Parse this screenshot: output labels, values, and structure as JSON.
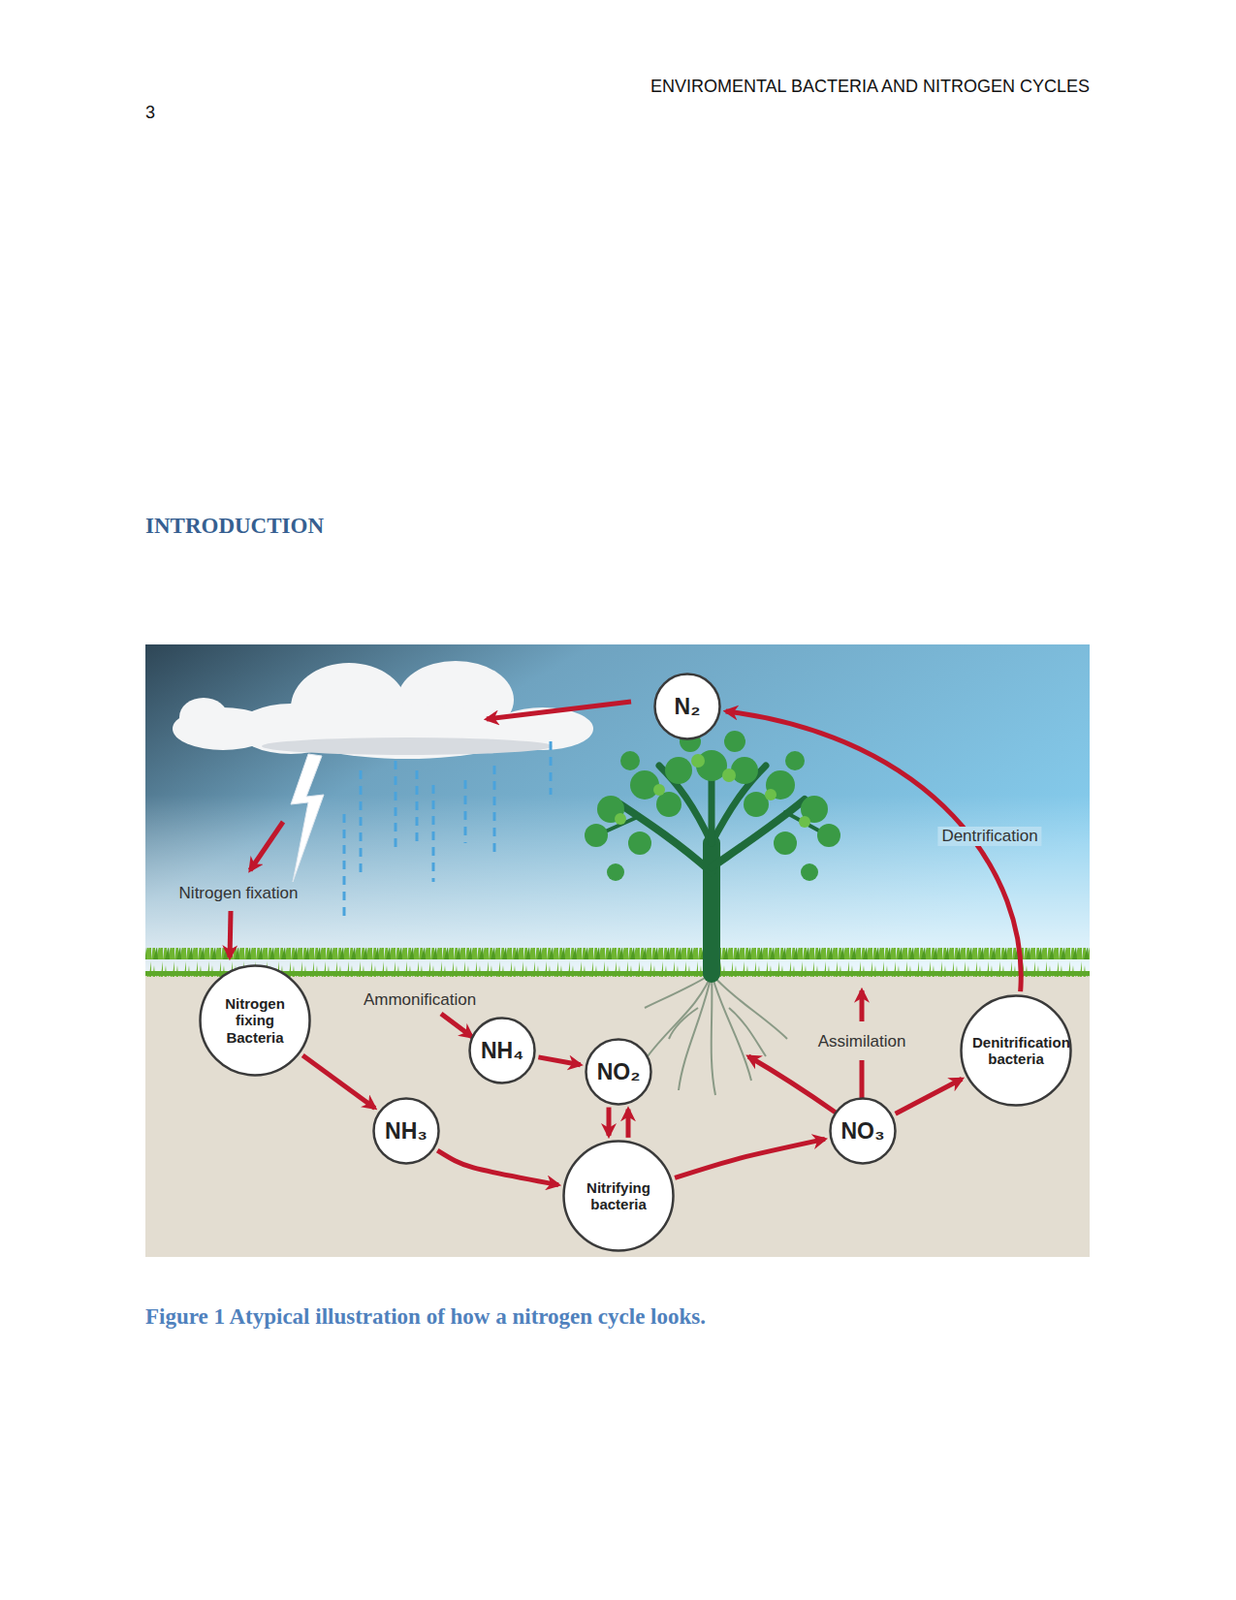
{
  "diagram": {
    "title": "INTRODUCTION",
    "caption": "Figure 1 Atypical illustration of how a nitrogen cycle looks.",
    "nodes": [
      {
        "text": [
          "N₂"
        ]
      },
      {
        "text": [
          "Nitrogen fixing Bacteria"
        ]
      },
      {
        "text": [
          "NH₄"
        ]
      },
      {
        "text": [
          "NO₂"
        ]
      },
      {
        "text": [
          "Denitrification bacteria"
        ]
      },
      {
        "text": [
          "NH₃"
        ]
      },
      {
        "text": [
          "NO₃"
        ]
      },
      {
        "text": [
          "Nitrifying bacteria"
        ]
      }
    ],
    "edges": [
      {
        "from": 1,
        "to": 5,
        "arrow": "to"
      },
      {
        "from": 5,
        "to": 7,
        "arrow": "to"
      },
      {
        "from": 2,
        "to": 3,
        "arrow": "to"
      },
      {
        "from": 3,
        "to": 7,
        "arrow": "to"
      },
      {
        "from": 7,
        "to": 3,
        "arrow": "to"
      },
      {
        "from": 7,
        "to": 6,
        "arrow": "to"
      },
      {
        "from": 6,
        "to": 4,
        "arrow": "to"
      },
      {
        "from": 4,
        "to": 0,
        "arrow": "to"
      }
    ],
    "labels": [
      "ENVIROMENTAL BACTERIA AND NITROGEN CYCLES",
      "3",
      "Nitrogen fixation",
      "Ammonification",
      "Dentrification",
      "Assimilation"
    ]
  }
}
